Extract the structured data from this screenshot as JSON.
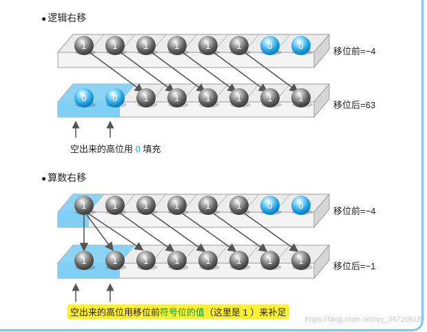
{
  "sections": [
    {
      "title": "逻辑右移",
      "before_label": "移位前=−4",
      "after_label": "移位后=63",
      "before_bits": [
        "1",
        "1",
        "1",
        "1",
        "1",
        "1",
        "0",
        "0"
      ],
      "after_bits": [
        "0",
        "0",
        "1",
        "1",
        "1",
        "1",
        "1",
        "1"
      ],
      "note_prefix": "空出来的高位用 ",
      "note_value": "0",
      "note_suffix": " 填充"
    },
    {
      "title": "算数右移",
      "before_label": "移位前=−4",
      "after_label": "移位后=−1",
      "before_bits": [
        "1",
        "1",
        "1",
        "1",
        "1",
        "1",
        "0",
        "0"
      ],
      "after_bits": [
        "1",
        "1",
        "1",
        "1",
        "1",
        "1",
        "1",
        "1"
      ],
      "note_prefix": "空出来的高位用移位前",
      "note_green": "符号位的值",
      "note_suffix": "（这里是 1 ）来补足"
    }
  ],
  "watermark": "https://blog.csdn.net/qq_34720818",
  "colors": {
    "frame_border": "#7fc4ea",
    "tray_fill": "#ececec",
    "tray_edge": "#9a9a9a",
    "zero_ball": "#3db0ea",
    "one_ball": "#6a6a6a",
    "new_bits_highlight": "#7fd0f4",
    "note_highlight": "#ffef33"
  }
}
